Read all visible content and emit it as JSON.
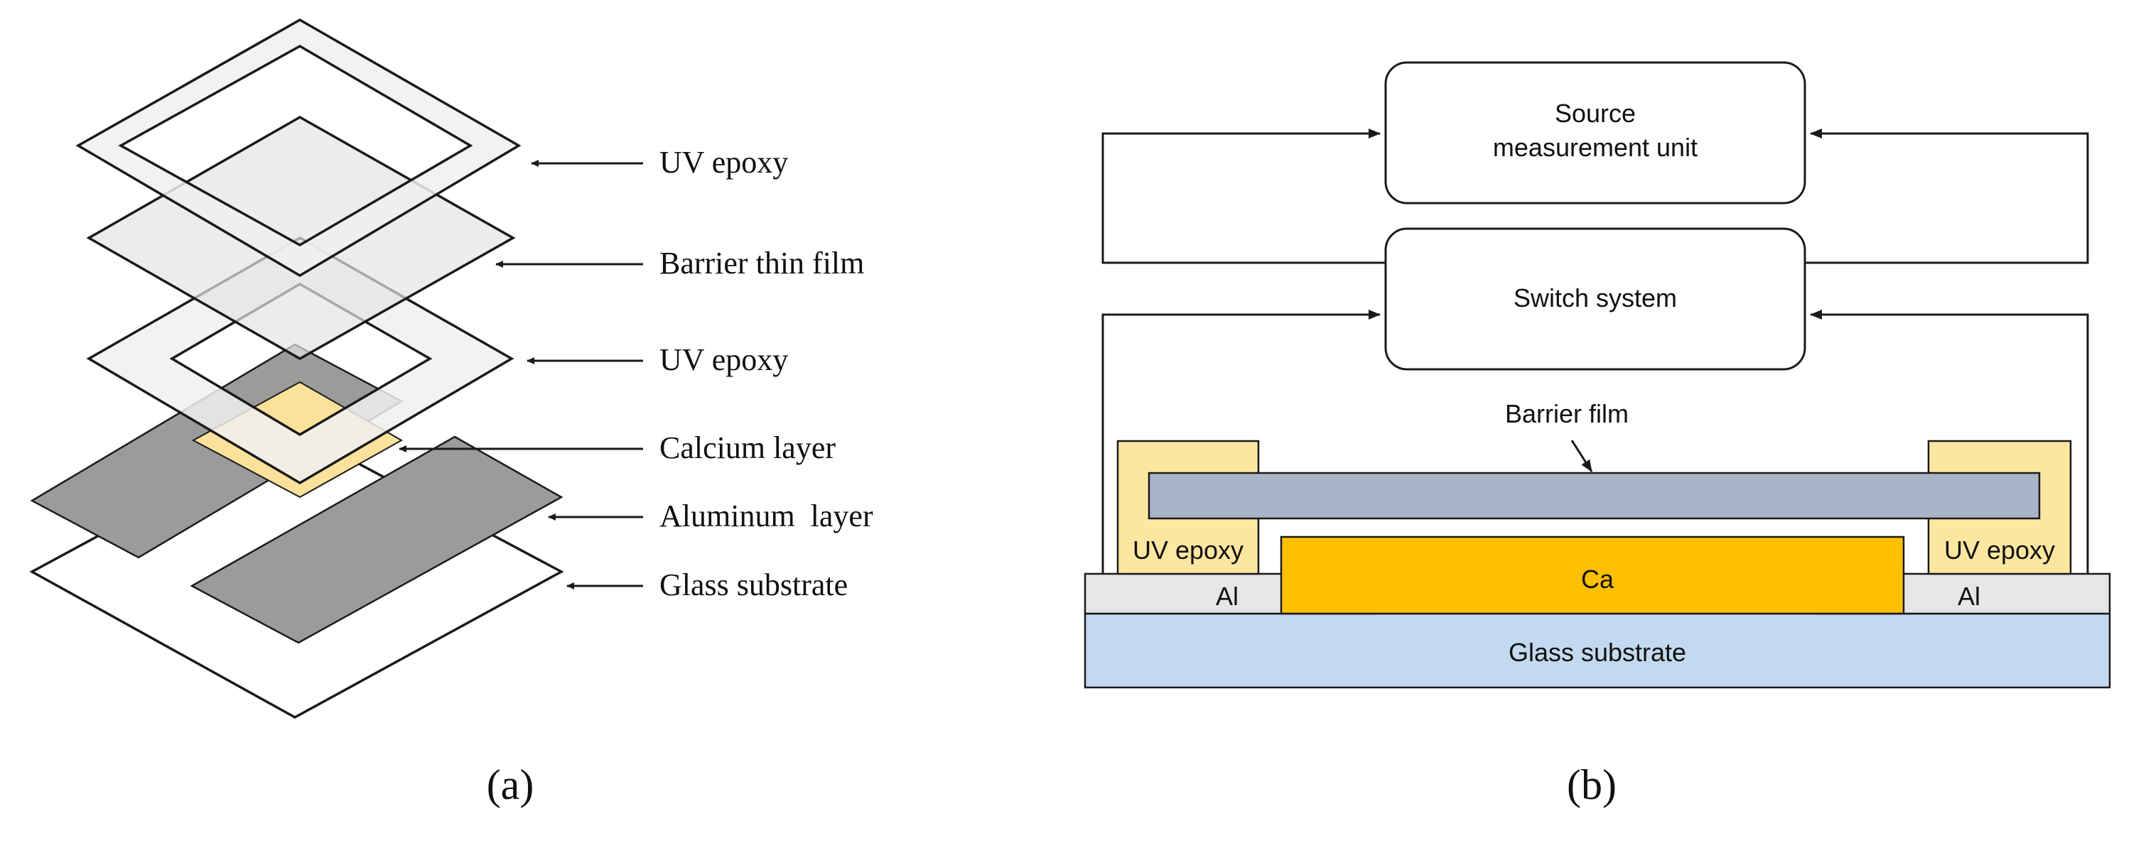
{
  "panel_a": {
    "labels": {
      "uv_epoxy_top": "UV epoxy",
      "barrier_thin_film": "Barrier thin film",
      "uv_epoxy_mid": "UV epoxy",
      "calcium_layer": "Calcium layer",
      "aluminum_layer": "Aluminum  layer",
      "glass_substrate": "Glass substrate"
    },
    "caption": "(a)"
  },
  "panel_b": {
    "source_unit_line1": "Source",
    "source_unit_line2": "measurement unit",
    "switch_system": "Switch system",
    "barrier_film": "Barrier film",
    "uv_epoxy_left": "UV epoxy",
    "uv_epoxy_right": "UV epoxy",
    "ca": "Ca",
    "al_left": "Al",
    "al_right": "Al",
    "glass_substrate": "Glass substrate",
    "caption": "(b)"
  },
  "colors": {
    "line": "#1a1a1a",
    "epoxy_frame": "#f0f0f0",
    "barrier_film_a": "#e4e4e4",
    "aluminum": "#9b9b9b",
    "calcium_a": "#fbe19a",
    "uv_epoxy_b": "#fde6a0",
    "barrier_film_b": "#aab4c8",
    "calcium_b": "#ffc000",
    "al_b": "#e6e6e6",
    "glass_b": "#c3d9ef"
  }
}
